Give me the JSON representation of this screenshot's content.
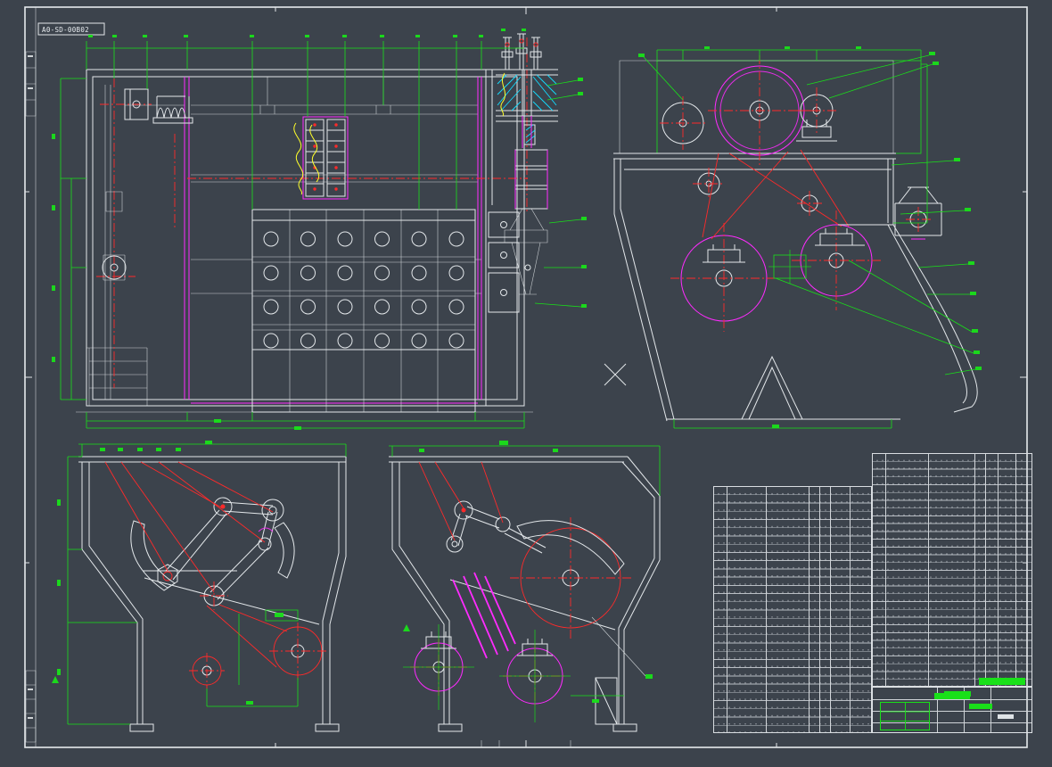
{
  "sheet": {
    "drawing_number": "A0-SD-00B02",
    "background_outer": "#3c434c",
    "background_paper": "#14181c"
  },
  "colors": {
    "line_white": "#e3e7ea",
    "dimension_green": "#19e019",
    "centerline_red": "#ff2a2a",
    "highlight_magenta": "#ff2bff",
    "hatch_cyan": "#12dcff",
    "break_yellow": "#ffff2a"
  },
  "parts_list": {
    "right_block_rows": 30,
    "left_block_rows": 30,
    "columns_per_block": 7
  }
}
